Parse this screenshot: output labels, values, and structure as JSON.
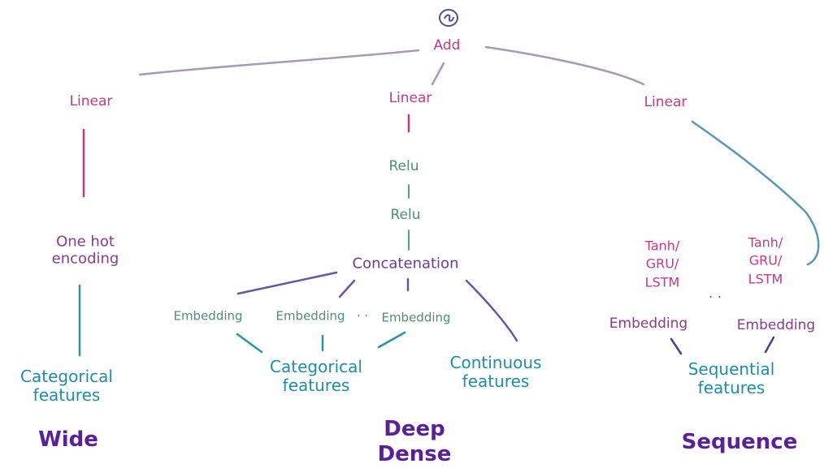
{
  "add": {
    "label": "Add"
  },
  "wide": {
    "title": "Wide",
    "linear": "Linear",
    "one_hot_line1": "One hot",
    "one_hot_line2": "encoding",
    "input_line1": "Categorical",
    "input_line2": "features"
  },
  "deep": {
    "title_line1": "Deep",
    "title_line2": "Dense",
    "linear": "Linear",
    "relu_1": "Relu",
    "relu_2": "Relu",
    "concatenation": "Concatenation",
    "embedding_1": "Embedding",
    "embedding_2": "Embedding",
    "ellipsis": "· ·",
    "embedding_3": "Embedding",
    "categorical_line1": "Categorical",
    "categorical_line2": "features",
    "continuous_line1": "Continuous",
    "continuous_line2": "features"
  },
  "sequence": {
    "title": "Sequence",
    "linear": "Linear",
    "rnn_1": [
      "Tanh/",
      "GRU/",
      "LSTM"
    ],
    "rnn_2": [
      "Tanh/",
      "GRU/",
      "LSTM"
    ],
    "ellipsis": "· ·",
    "embedding_1": "Embedding",
    "embedding_2": "Embedding",
    "input_line1": "Sequential",
    "input_line2": "features"
  },
  "colors": {
    "magenta": "#c23a86",
    "green": "#4d8f76",
    "purple": "#8a3b8f",
    "teal": "#1f8ea3",
    "title": "#5a1f9a"
  }
}
